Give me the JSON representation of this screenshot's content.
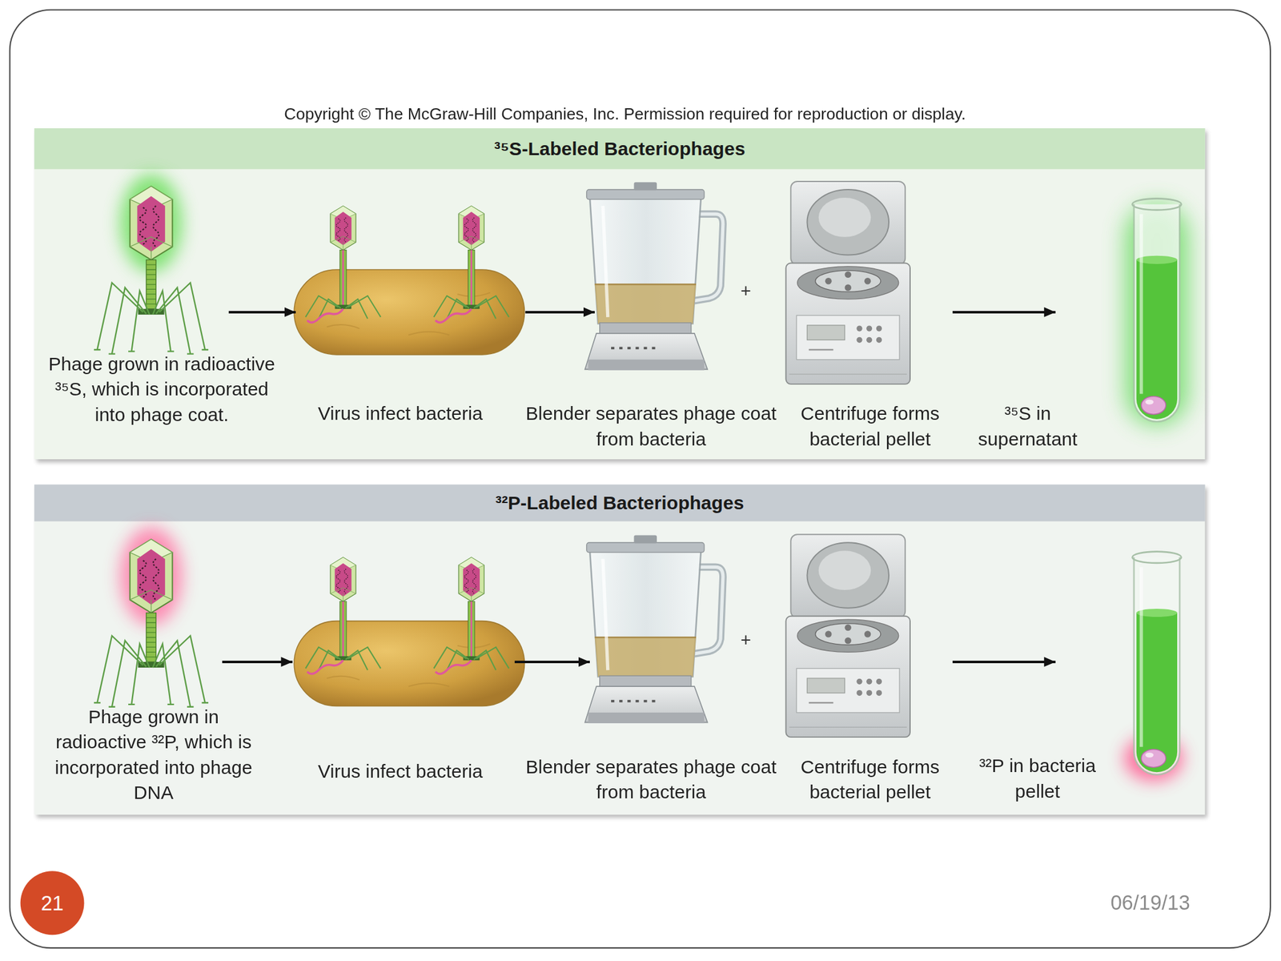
{
  "diagram": {
    "nodes": [
      {
        "text": [
          "³⁵S-Labeled Bacteriophages"
        ]
      },
      {
        "text": [
          "Phage grown in radioactive ³⁵S, which is incorporated into phage coat."
        ],
        "in": 0
      },
      {
        "text": [
          "Virus infect bacteria"
        ],
        "in": 0
      },
      {
        "text": [
          "Blender separates phage coat from bacteria"
        ],
        "in": 0
      },
      {
        "text": [
          "Centrifuge forms bacterial pellet"
        ],
        "in": 0
      },
      {
        "text": [
          "³⁵S in supernatant"
        ],
        "in": 0
      },
      {
        "text": [
          "³²P-Labeled Bacteriophages"
        ]
      },
      {
        "text": [
          "Phage grown in radioactive ³²P, which is incorporated into phage DNA"
        ],
        "in": 6
      },
      {
        "text": [
          "Virus infect bacteria"
        ],
        "in": 6
      },
      {
        "text": [
          "Blender separates phage coat from bacteria"
        ],
        "in": 6
      },
      {
        "text": [
          "Centrifuge forms bacterial pellet"
        ],
        "in": 6
      },
      {
        "text": [
          "³²P in bacteria pellet"
        ],
        "in": 6
      },
      {
        "text": [
          "21"
        ]
      }
    ],
    "edges": [
      {
        "from": 1,
        "to": 2,
        "arrow": "to"
      },
      {
        "from": 2,
        "to": 3,
        "arrow": "to"
      },
      {
        "from": 4,
        "to": 5,
        "arrow": "to"
      },
      {
        "from": 7,
        "to": 8,
        "arrow": "to"
      },
      {
        "from": 8,
        "to": 9,
        "arrow": "to"
      },
      {
        "from": 10,
        "to": 11,
        "arrow": "to"
      }
    ],
    "labels": [
      "Copyright © The McGraw-Hill Companies, Inc. Permission required for reproduction or display.",
      "+",
      "+",
      "06/19/13"
    ]
  }
}
